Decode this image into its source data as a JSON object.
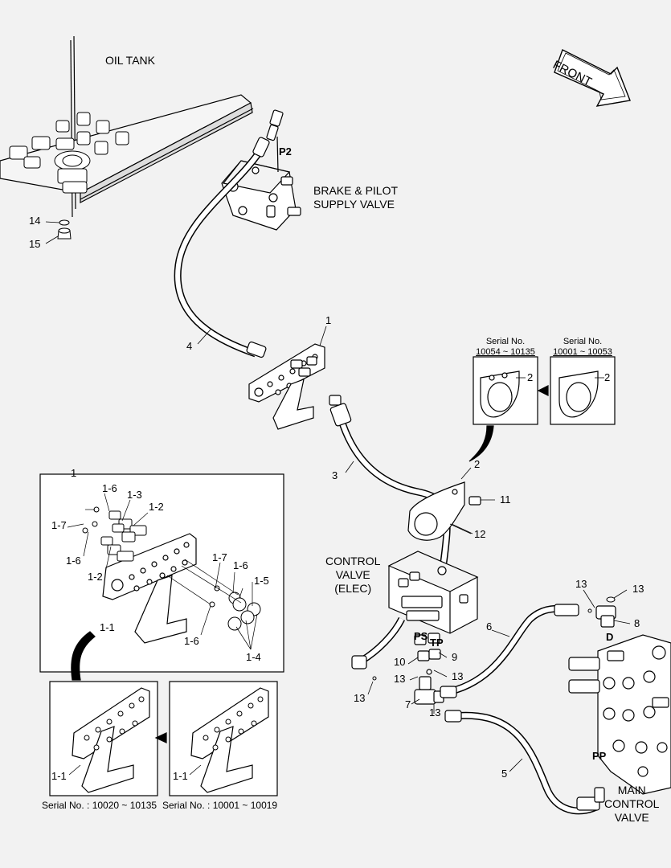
{
  "titles": {
    "oil_tank": "OIL TANK",
    "front": "FRONT",
    "brake_valve": [
      "BRAKE & PILOT",
      "SUPPLY VALVE"
    ],
    "control_valve": [
      "CONTROL",
      "VALVE",
      "(ELEC)"
    ],
    "main_control_valve": [
      "MAIN",
      "CONTROL",
      "VALVE"
    ]
  },
  "ports": {
    "p2": "P2",
    "ps": "PS",
    "tp": "TP",
    "d": "D",
    "pp": "PP"
  },
  "callouts": {
    "c14": "14",
    "c15": "15",
    "c4": "4",
    "c1": "1",
    "c3": "3",
    "c2": "2",
    "c11": "11",
    "c12": "12",
    "c6": "6",
    "c13a": "13",
    "c13b": "13",
    "c8": "8",
    "c9": "9",
    "c10": "10",
    "c13c": "13",
    "c13d": "13",
    "c13e": "13",
    "c13f": "13",
    "c7": "7",
    "c5": "5"
  },
  "serial_boxes": {
    "left": {
      "title": "Serial No.",
      "range": "10054 ~ 10135",
      "callout": "2"
    },
    "right": {
      "title": "Serial No.",
      "range": "10001 ~ 10053",
      "callout": "2"
    }
  },
  "detail_box": {
    "index": "1",
    "labels": {
      "l17a": "1-7",
      "l16a": "1-6",
      "l13": "1-3",
      "l12a": "1-2",
      "l16b": "1-6",
      "l12b": "1-2",
      "l17b": "1-7",
      "l16c": "1-6",
      "l15": "1-5",
      "l11": "1-1",
      "l16d": "1-6",
      "l14": "1-4"
    }
  },
  "bracket_boxes": {
    "left": {
      "callout": "1-1",
      "serial": "Serial No. : 10020 ~ 10135"
    },
    "right": {
      "callout": "1-1",
      "serial": "Serial No. : 10001 ~ 10019"
    }
  }
}
